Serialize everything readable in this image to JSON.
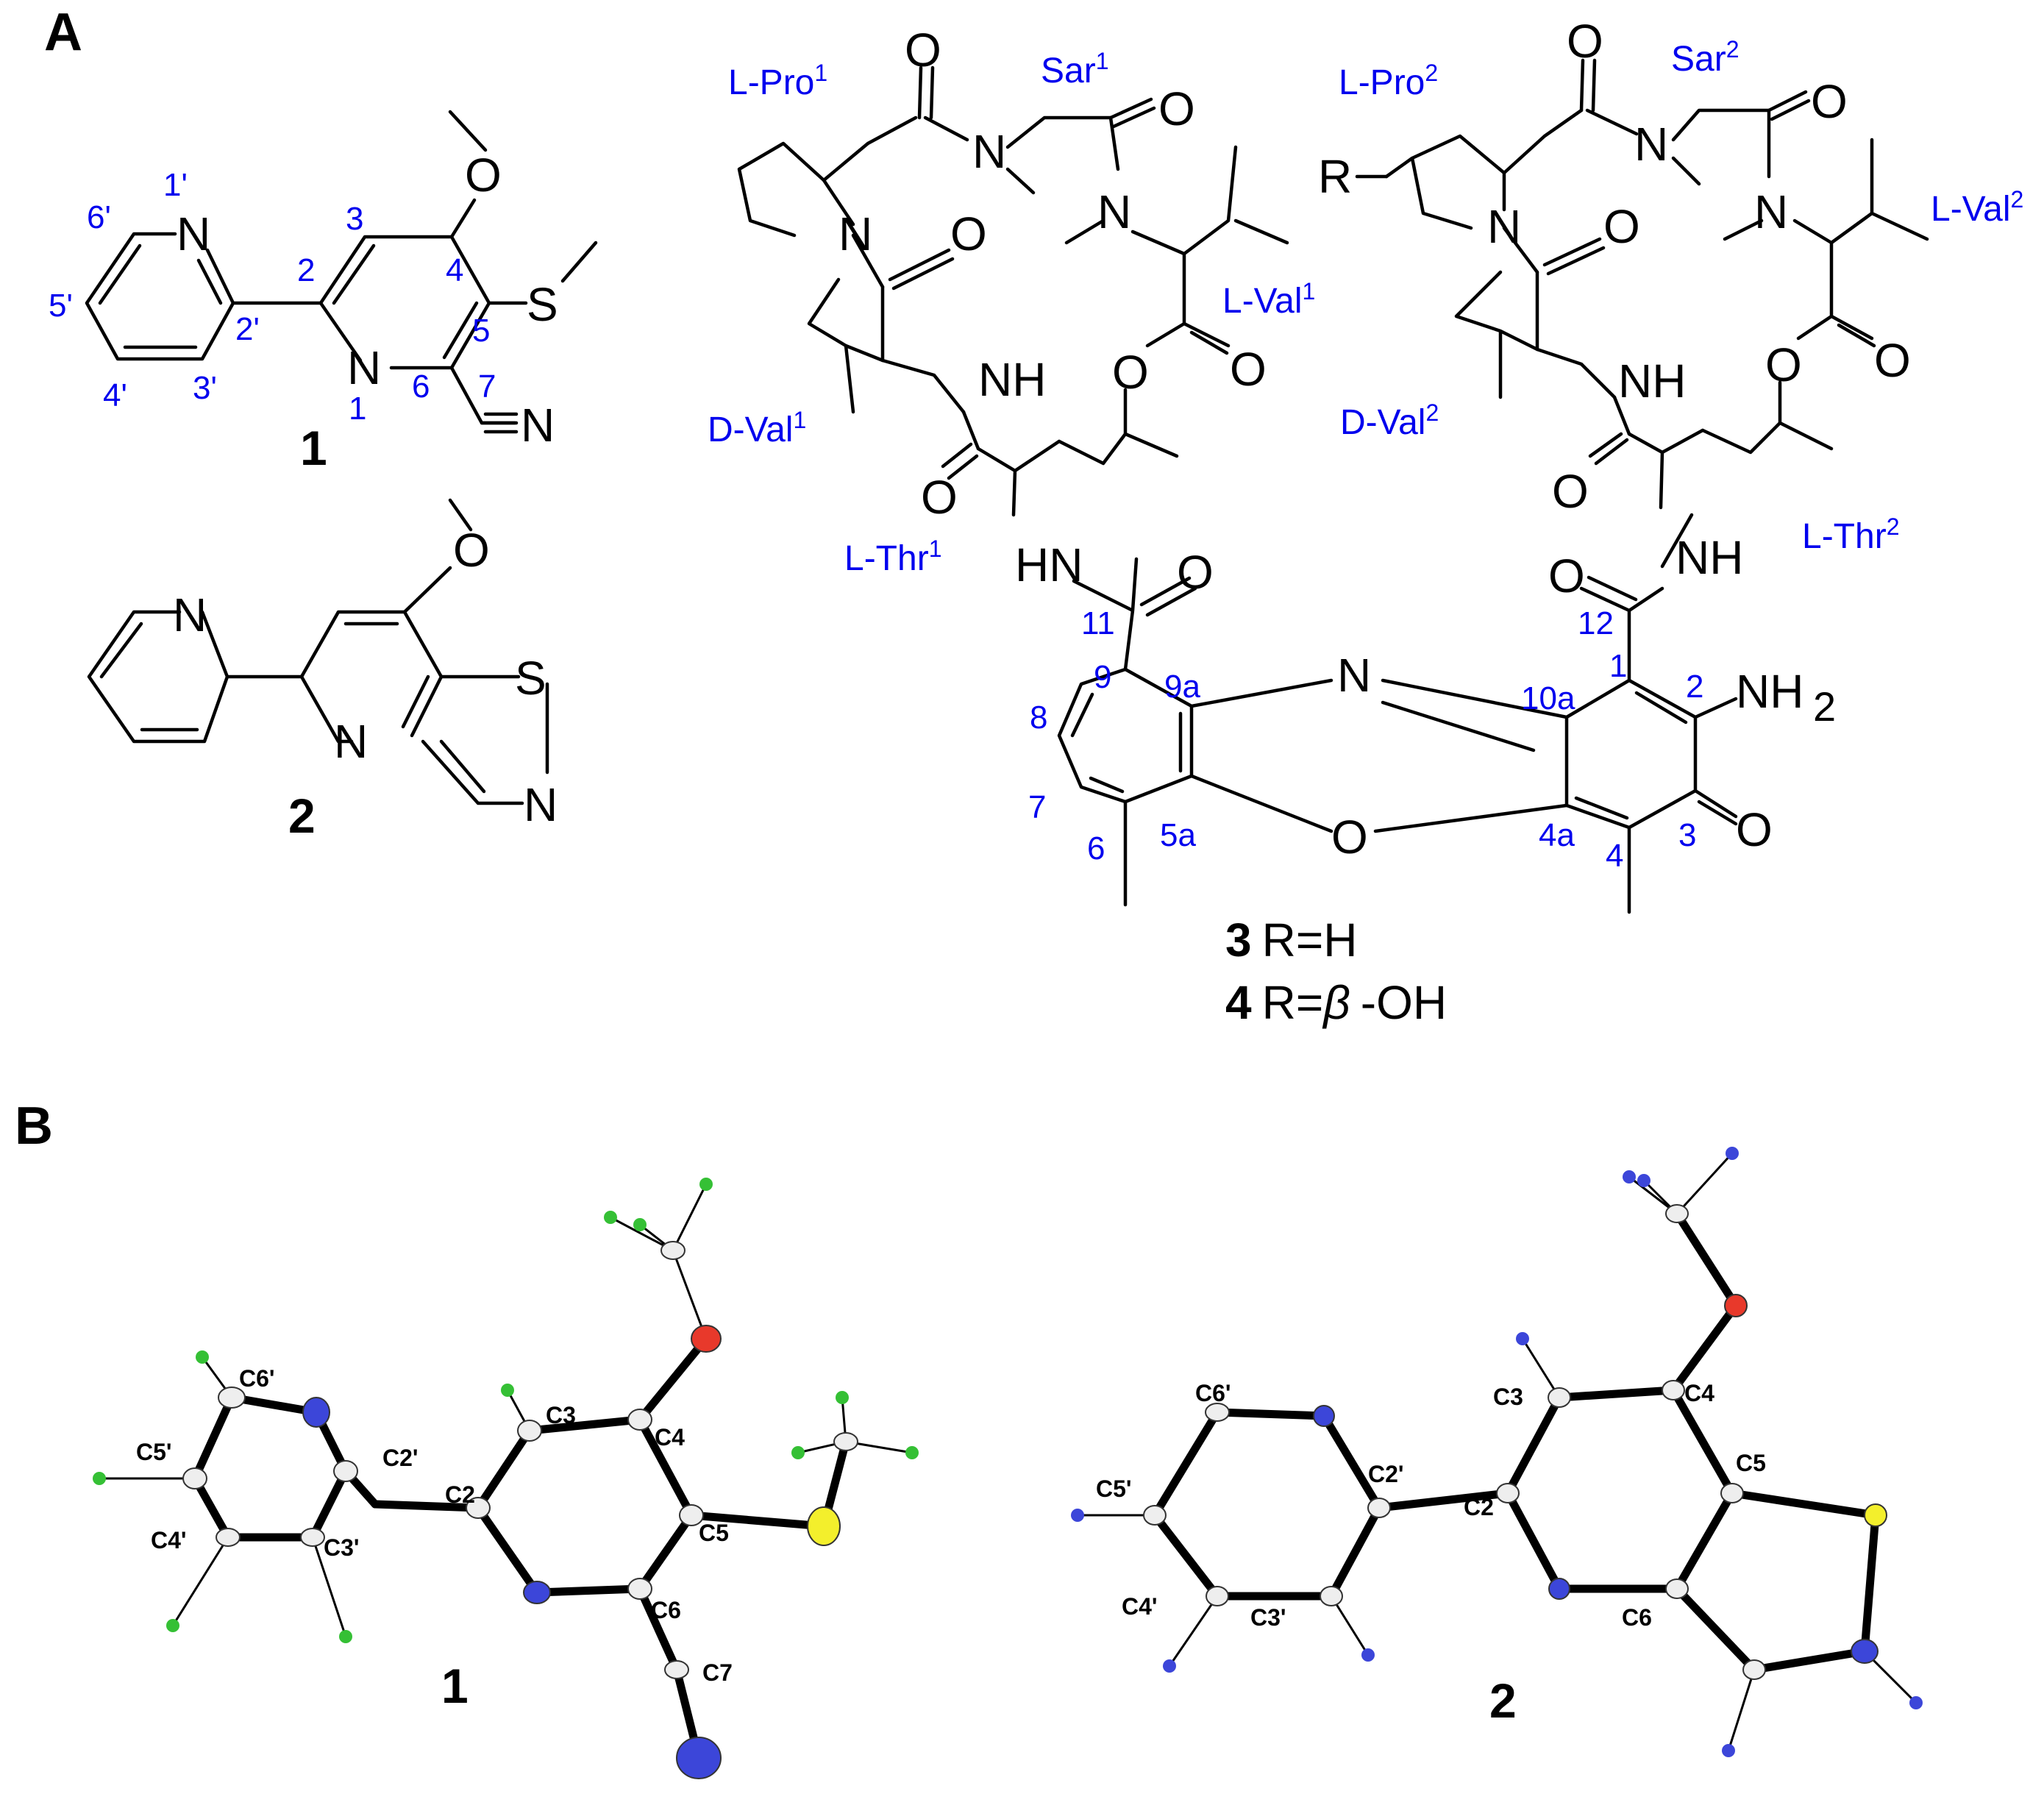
{
  "panels": {
    "a": "A",
    "b": "B"
  },
  "compounds": {
    "c1": "1",
    "c2": "2",
    "c3": "3",
    "c4": "4",
    "r3": "R=H",
    "r4": "R=",
    "r4_beta": "β",
    "r4_tail": "-OH"
  },
  "atoms": {
    "N": "N",
    "O": "O",
    "S": "S",
    "R": "R",
    "NH": "NH",
    "HN": "HN",
    "NH2": "NH",
    "sub2": "2"
  },
  "numbering_1": [
    "1'",
    "6'",
    "5'",
    "4'",
    "3'",
    "2'",
    "2",
    "3",
    "4",
    "5",
    "6",
    "7",
    "1"
  ],
  "numbering_3": [
    "11",
    "12",
    "9",
    "9a",
    "8",
    "7",
    "6",
    "5a",
    "10a",
    "1",
    "2",
    "3",
    "4",
    "4a"
  ],
  "residues": {
    "pro1": "L-Pro",
    "sar1": "Sar",
    "val1": "L-Val",
    "dval1": "D-Val",
    "thr1": "L-Thr",
    "pro2": "L-Pro",
    "sar2": "Sar",
    "val2": "L-Val",
    "dval2": "D-Val",
    "thr2": "L-Thr",
    "sup1": "1",
    "sup2": "2"
  },
  "ortep_labels_1": [
    "C6'",
    "C5'",
    "C4'",
    "C3'",
    "C2'",
    "C2",
    "C3",
    "C4",
    "C5",
    "C6",
    "C7"
  ],
  "ortep_labels_2": [
    "C6'",
    "C5'",
    "C4'",
    "C3'",
    "C2'",
    "C2",
    "C3",
    "C4",
    "C5",
    "C6"
  ],
  "colors": {
    "label_blue": "#0000ee",
    "oxygen": "#e8392b",
    "nitrogen": "#3c46d9",
    "sulfur": "#f3ef2c",
    "h_green": "#35c035",
    "h_blue": "#3c46d9"
  }
}
